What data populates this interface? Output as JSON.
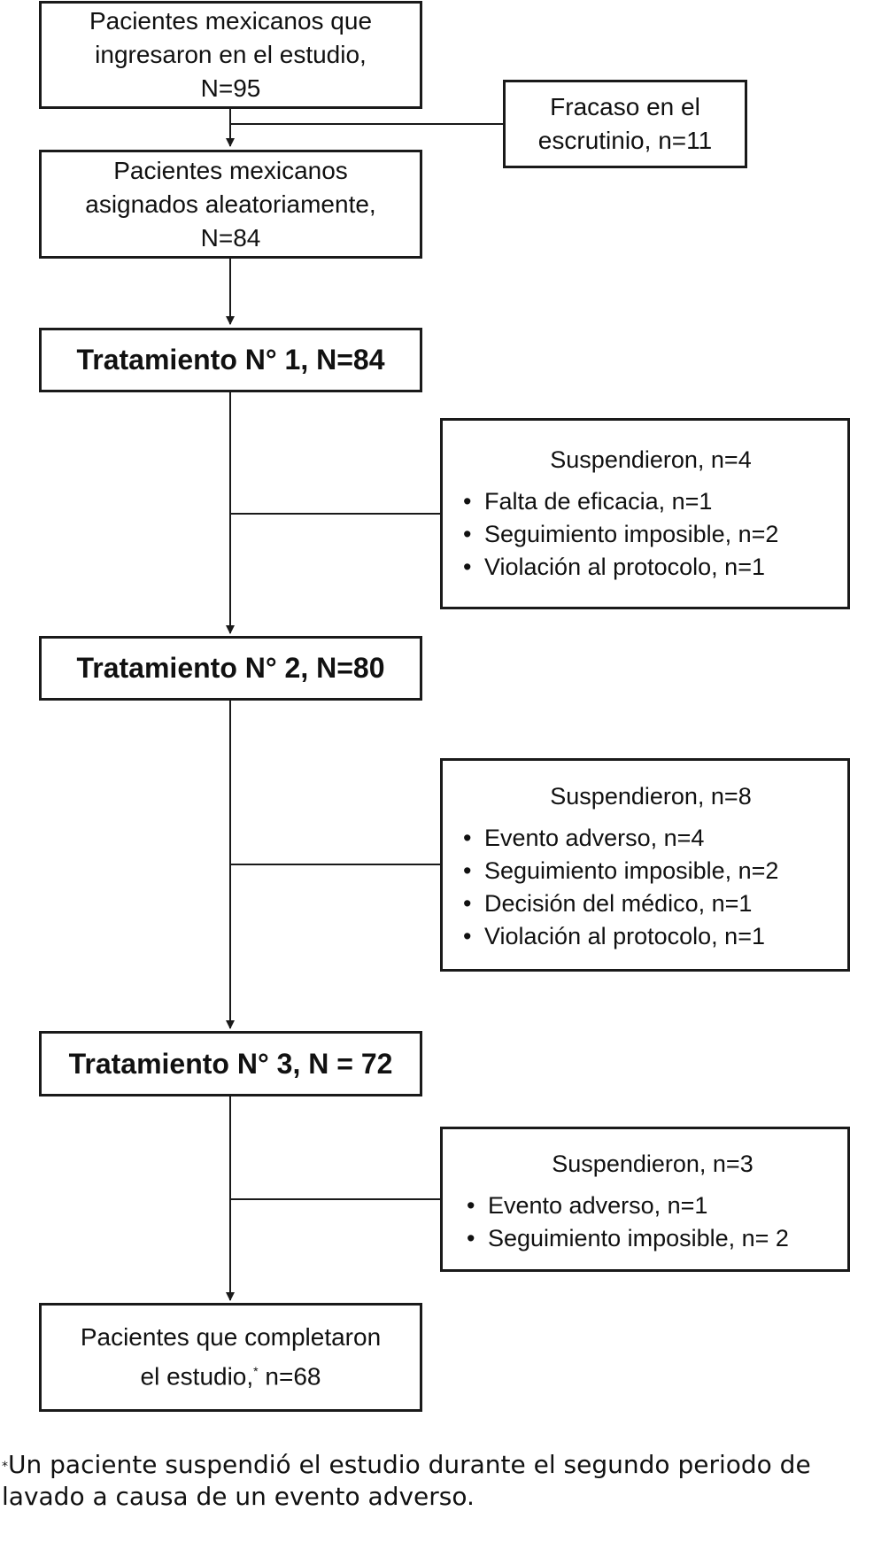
{
  "enrolled": {
    "line1": "Pacientes mexicanos que",
    "line2": "ingresaron en el estudio,",
    "line3": "N=95"
  },
  "screen_fail": {
    "line1": "Fracaso en el",
    "line2": "escrutinio, n=11"
  },
  "randomized": {
    "line1": "Pacientes mexicanos",
    "line2": "asignados aleatoriamente,",
    "line3": "N=84"
  },
  "treatment1": {
    "label": "Tratamiento N° 1, N=84"
  },
  "discontinued1": {
    "heading": "Suspendieron, n=4",
    "items": [
      "Falta de eficacia, n=1",
      "Seguimiento imposible, n=2",
      "Violación al protocolo, n=1"
    ]
  },
  "treatment2": {
    "label": "Tratamiento N°  2, N=80"
  },
  "discontinued2": {
    "heading": "Suspendieron, n=8",
    "items": [
      "Evento adverso, n=4",
      "Seguimiento imposible, n=2",
      "Decisión del médico, n=1",
      "Violación al protocolo, n=1"
    ]
  },
  "treatment3": {
    "label": "Tratamiento N°  3, N = 72"
  },
  "discontinued3": {
    "heading": "Suspendieron, n=3",
    "items": [
      "Evento adverso, n=1",
      "Seguimiento imposible, n= 2"
    ]
  },
  "completed": {
    "line1": "Pacientes que completaron",
    "line2": "el estudio,",
    "mark": "*",
    "line2_end": " n=68"
  },
  "footnote": {
    "mark": "*",
    "text": "Un paciente suspendió el estudio durante el segundo periodo de lavado a causa de un evento adverso."
  }
}
